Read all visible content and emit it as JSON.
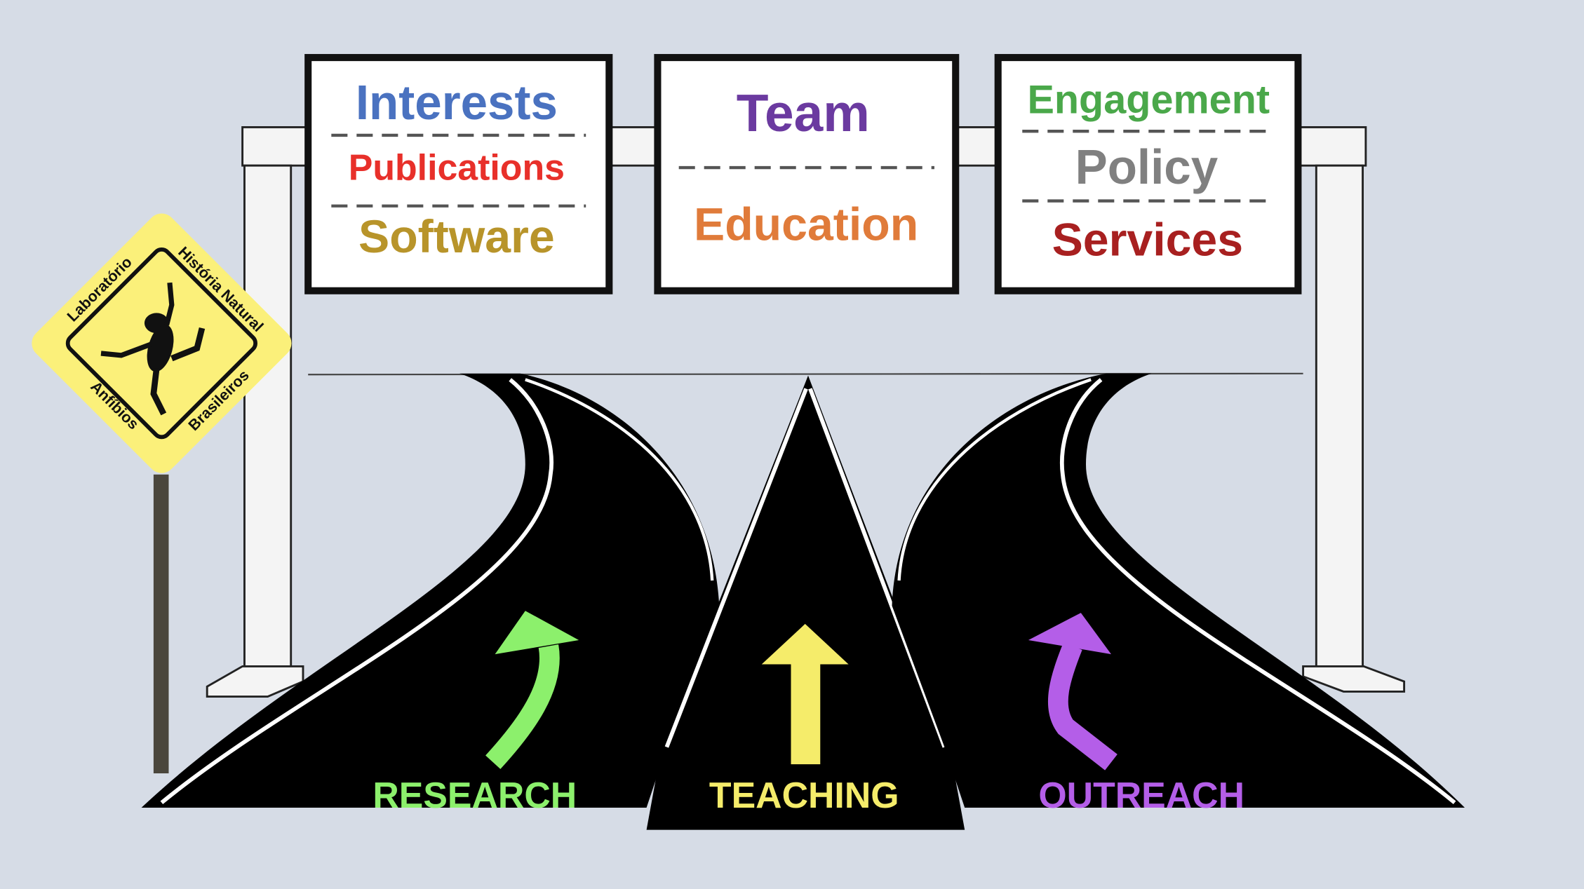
{
  "colors": {
    "background": "#d6dce6",
    "road": "#000000",
    "diamond": "#fbf07a"
  },
  "signs": [
    {
      "items": [
        {
          "label": "Interests",
          "color": "#4a72c0"
        },
        {
          "label": "Publications",
          "color": "#e8302a"
        },
        {
          "label": "Software",
          "color": "#b8942a"
        }
      ]
    },
    {
      "items": [
        {
          "label": "Team",
          "color": "#6b3aa0"
        },
        {
          "label": "Education",
          "color": "#e07b3a"
        }
      ]
    },
    {
      "items": [
        {
          "label": "Engagement",
          "color": "#4aa84a"
        },
        {
          "label": "Policy",
          "color": "#808080"
        },
        {
          "label": "Services",
          "color": "#a82020"
        }
      ]
    }
  ],
  "roads": [
    {
      "label": "RESEARCH",
      "color": "#8cf06c"
    },
    {
      "label": "TEACHING",
      "color": "#f5ec6a"
    },
    {
      "label": "OUTREACH",
      "color": "#b45ee8"
    }
  ],
  "logo": {
    "top_left": "Laboratório",
    "top_right": "História Natural",
    "bottom_left": "Anfíbios",
    "bottom_right": "Brasileiros"
  }
}
